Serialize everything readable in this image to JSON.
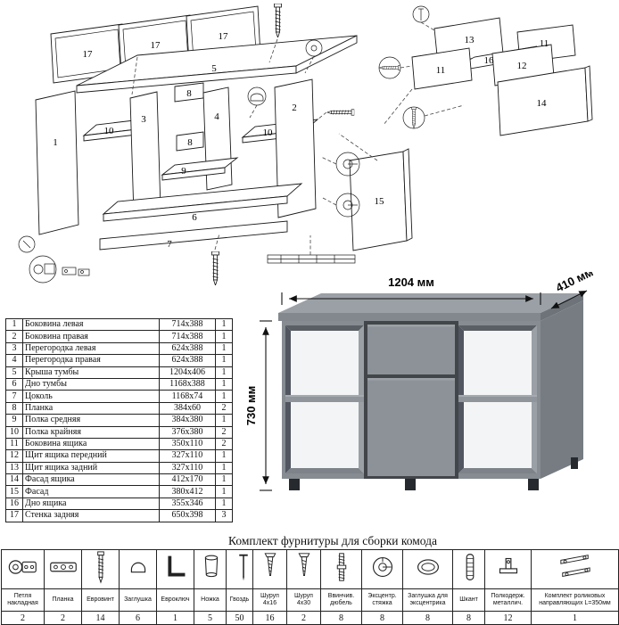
{
  "diagram": {
    "labels": {
      "back_a": "17",
      "back_b": "17",
      "back_c": "17",
      "top_panel": "5",
      "left_side": "1",
      "partition_left": "3",
      "shelf_left": "10",
      "plank_a": "8",
      "partition_right": "4",
      "plank_b": "8",
      "shelf_middle": "9",
      "shelf_right": "10",
      "right_side": "2",
      "bottom_panel": "6",
      "plinth": "7",
      "facade": "15",
      "drawer_back": "13",
      "drawer_side_right": "11",
      "drawer_bottom": "16",
      "drawer_front": "12",
      "drawer_side_left": "11",
      "drawer_facade": "14"
    }
  },
  "render": {
    "width_label": "1204 мм",
    "depth_label": "410 мм",
    "height_label": "730 мм"
  },
  "colors": {
    "dresser_gray": "#8c9298",
    "dresser_top": "#9aa0a6",
    "dresser_side": "#767c82",
    "interior_dark": "#515660",
    "back_white": "#f3f4f5",
    "legs": "#26292d"
  },
  "parts": {
    "rows": [
      {
        "num": "1",
        "name": "Боковина левая",
        "size": "714x388",
        "qty": "1"
      },
      {
        "num": "2",
        "name": "Боковина правая",
        "size": "714x388",
        "qty": "1"
      },
      {
        "num": "3",
        "name": "Перегородка левая",
        "size": "624x388",
        "qty": "1"
      },
      {
        "num": "4",
        "name": "Перегородка правая",
        "size": "624x388",
        "qty": "1"
      },
      {
        "num": "5",
        "name": "Крыша тумбы",
        "size": "1204x406",
        "qty": "1"
      },
      {
        "num": "6",
        "name": "Дно тумбы",
        "size": "1168x388",
        "qty": "1"
      },
      {
        "num": "7",
        "name": "Цоколь",
        "size": "1168x74",
        "qty": "1"
      },
      {
        "num": "8",
        "name": "Планка",
        "size": "384x60",
        "qty": "2"
      },
      {
        "num": "9",
        "name": "Полка средняя",
        "size": "384x380",
        "qty": "1"
      },
      {
        "num": "10",
        "name": "Полка крайняя",
        "size": "376x380",
        "qty": "2"
      },
      {
        "num": "11",
        "name": "Боковина ящика",
        "size": "350x110",
        "qty": "2"
      },
      {
        "num": "12",
        "name": "Щит ящика передний",
        "size": "327x110",
        "qty": "1"
      },
      {
        "num": "13",
        "name": "Щит ящика задний",
        "size": "327x110",
        "qty": "1"
      },
      {
        "num": "14",
        "name": "Фасад ящика",
        "size": "412x170",
        "qty": "1"
      },
      {
        "num": "15",
        "name": "Фасад",
        "size": "380x412",
        "qty": "1"
      },
      {
        "num": "16",
        "name": "Дно ящика",
        "size": "355x346",
        "qty": "1"
      },
      {
        "num": "17",
        "name": "Стенка задняя",
        "size": "650x398",
        "qty": "3"
      }
    ]
  },
  "hardware": {
    "caption": "Комплект фурнитуры для сборки комода",
    "items": [
      {
        "name": "Петля накладная",
        "qty": "2",
        "icon": "hinge-icon"
      },
      {
        "name": "Планка",
        "qty": "2",
        "icon": "plate-icon"
      },
      {
        "name": "Евровинт",
        "qty": "14",
        "icon": "euroscrew-icon"
      },
      {
        "name": "Заглушка",
        "qty": "6",
        "icon": "cap-icon"
      },
      {
        "name": "Евроключ",
        "qty": "1",
        "icon": "hexkey-icon"
      },
      {
        "name": "Ножка",
        "qty": "5",
        "icon": "leg-icon"
      },
      {
        "name": "Гвоздь",
        "qty": "50",
        "icon": "nail-icon"
      },
      {
        "name": "Шуруп 4x16",
        "qty": "16",
        "icon": "screw-icon"
      },
      {
        "name": "Шуруп 4x30",
        "qty": "2",
        "icon": "screw-icon"
      },
      {
        "name": "Ввинчив. дюбель",
        "qty": "8",
        "icon": "stud-icon"
      },
      {
        "name": "Эксцентр. стяжка",
        "qty": "8",
        "icon": "cam-icon"
      },
      {
        "name": "Заглушка для эксцентрика",
        "qty": "8",
        "icon": "oval-cap-icon"
      },
      {
        "name": "Шкант",
        "qty": "8",
        "icon": "shkant-icon"
      },
      {
        "name": "Полкодерж. металлич.",
        "qty": "12",
        "icon": "shelf-support-icon"
      },
      {
        "name": "Комплект роликовых направляющих L=350мм",
        "qty": "1",
        "icon": "rails-icon"
      }
    ]
  }
}
